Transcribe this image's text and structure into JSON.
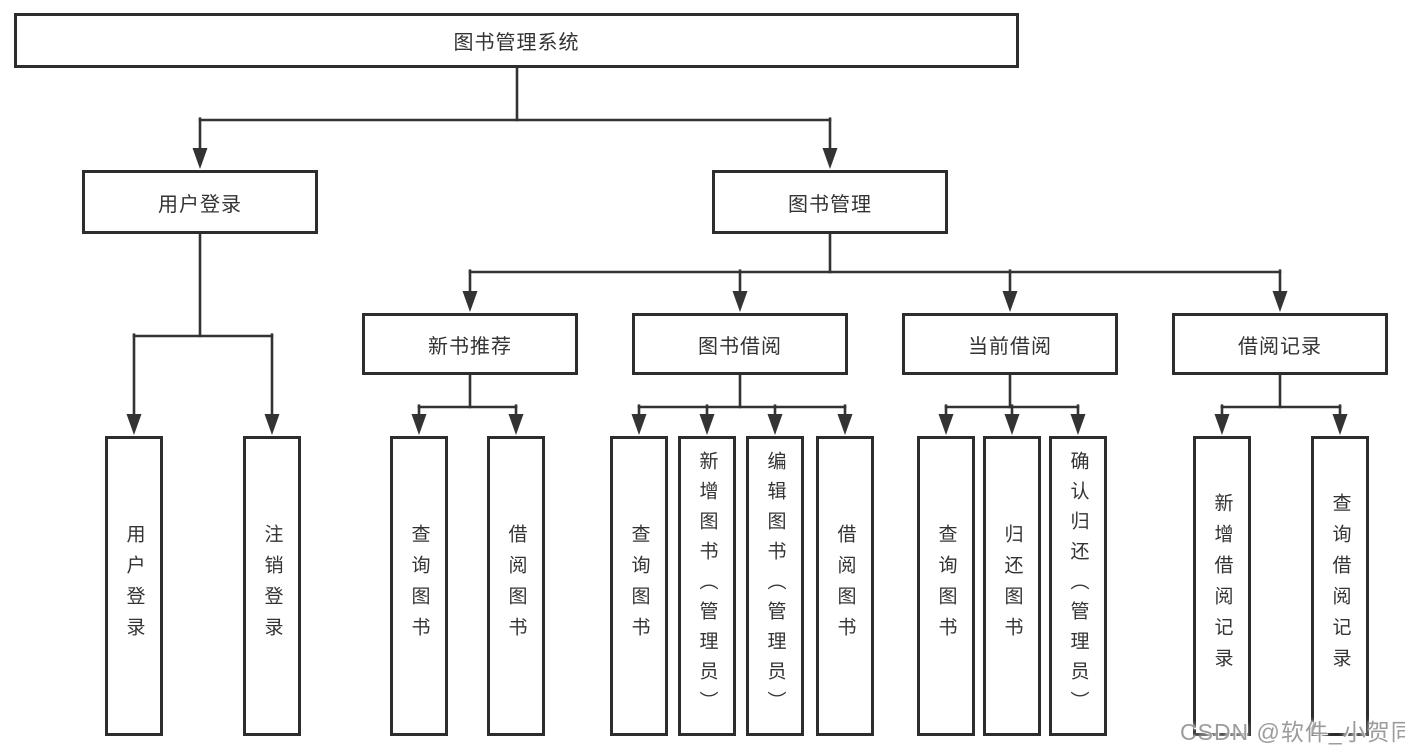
{
  "watermark": {
    "text": "CSDN @软件_小贺同学"
  },
  "colors": {
    "line": "#333333",
    "box_border": "#2d2d2d",
    "text": "#333333",
    "watermark_text": "#9c9c9c",
    "background": "#ffffff"
  },
  "chart_data": {
    "type": "tree-diagram",
    "title": "图书管理系统",
    "legend_position": "none",
    "grid": false
  },
  "tree": {
    "label": "图书管理系统",
    "children": [
      {
        "label": "用户登录",
        "children": [
          {
            "label": "用户登录"
          },
          {
            "label": "注销登录"
          }
        ]
      },
      {
        "label": "图书管理",
        "children": [
          {
            "label": "新书推荐",
            "children": [
              {
                "label": "查询图书"
              },
              {
                "label": "借阅图书"
              }
            ]
          },
          {
            "label": "图书借阅",
            "children": [
              {
                "label": "查询图书"
              },
              {
                "label": "新增图书（管理员）"
              },
              {
                "label": "编辑图书（管理员）"
              },
              {
                "label": "借阅图书"
              }
            ]
          },
          {
            "label": "当前借阅",
            "children": [
              {
                "label": "查询图书"
              },
              {
                "label": "归还图书"
              },
              {
                "label": "确认归还（管理员）"
              }
            ]
          },
          {
            "label": "借阅记录",
            "children": [
              {
                "label": "新增借阅记录"
              },
              {
                "label": "查询借阅记录"
              }
            ]
          }
        ]
      }
    ]
  }
}
